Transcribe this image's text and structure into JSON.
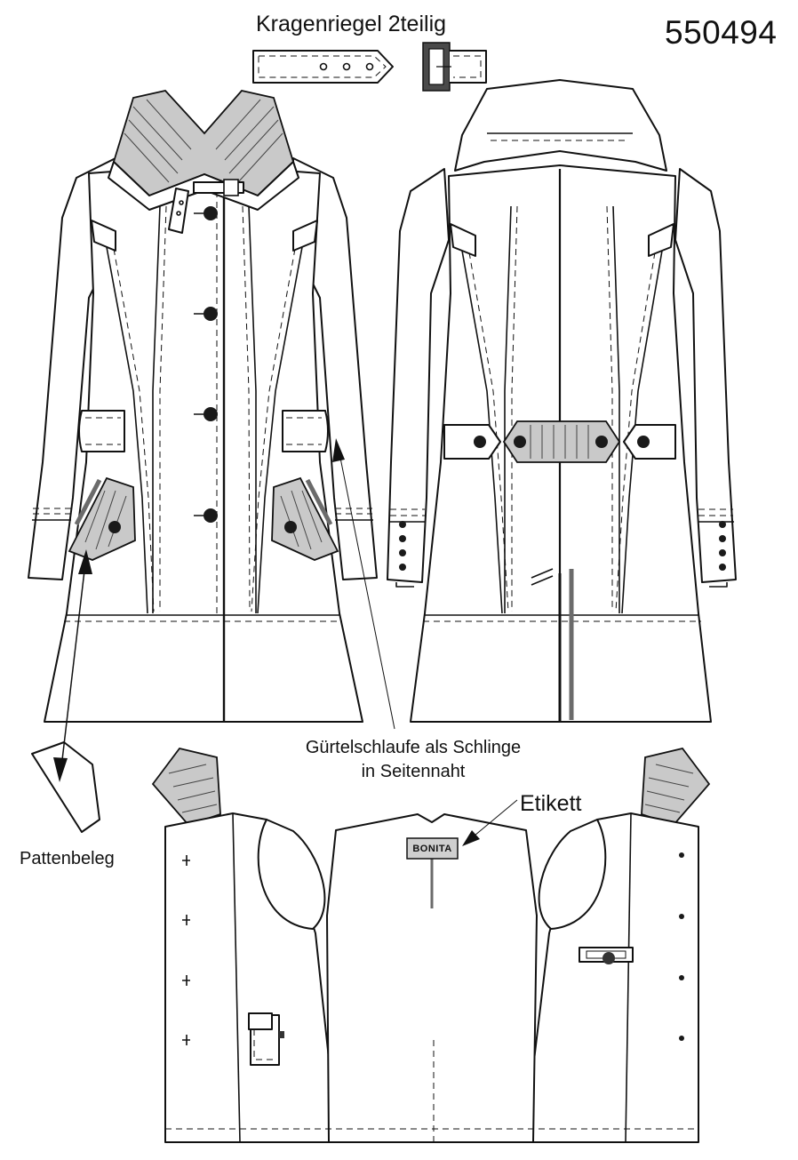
{
  "header": {
    "model_number": "550494",
    "collar_tab_title": "Kragenriegel 2teilig"
  },
  "annotations": {
    "belt_loop_line1": "Gürtelschlaufe als Schlinge",
    "belt_loop_line2": "in Seitennaht",
    "label_callout": "Etikett",
    "flap_facing": "Pattenbeleg"
  },
  "label_tag": {
    "brand": "BONITA"
  },
  "colors": {
    "outline": "#111111",
    "ribbed_fill": "#c9c9c9",
    "accent_bar": "#6b6b6b"
  }
}
